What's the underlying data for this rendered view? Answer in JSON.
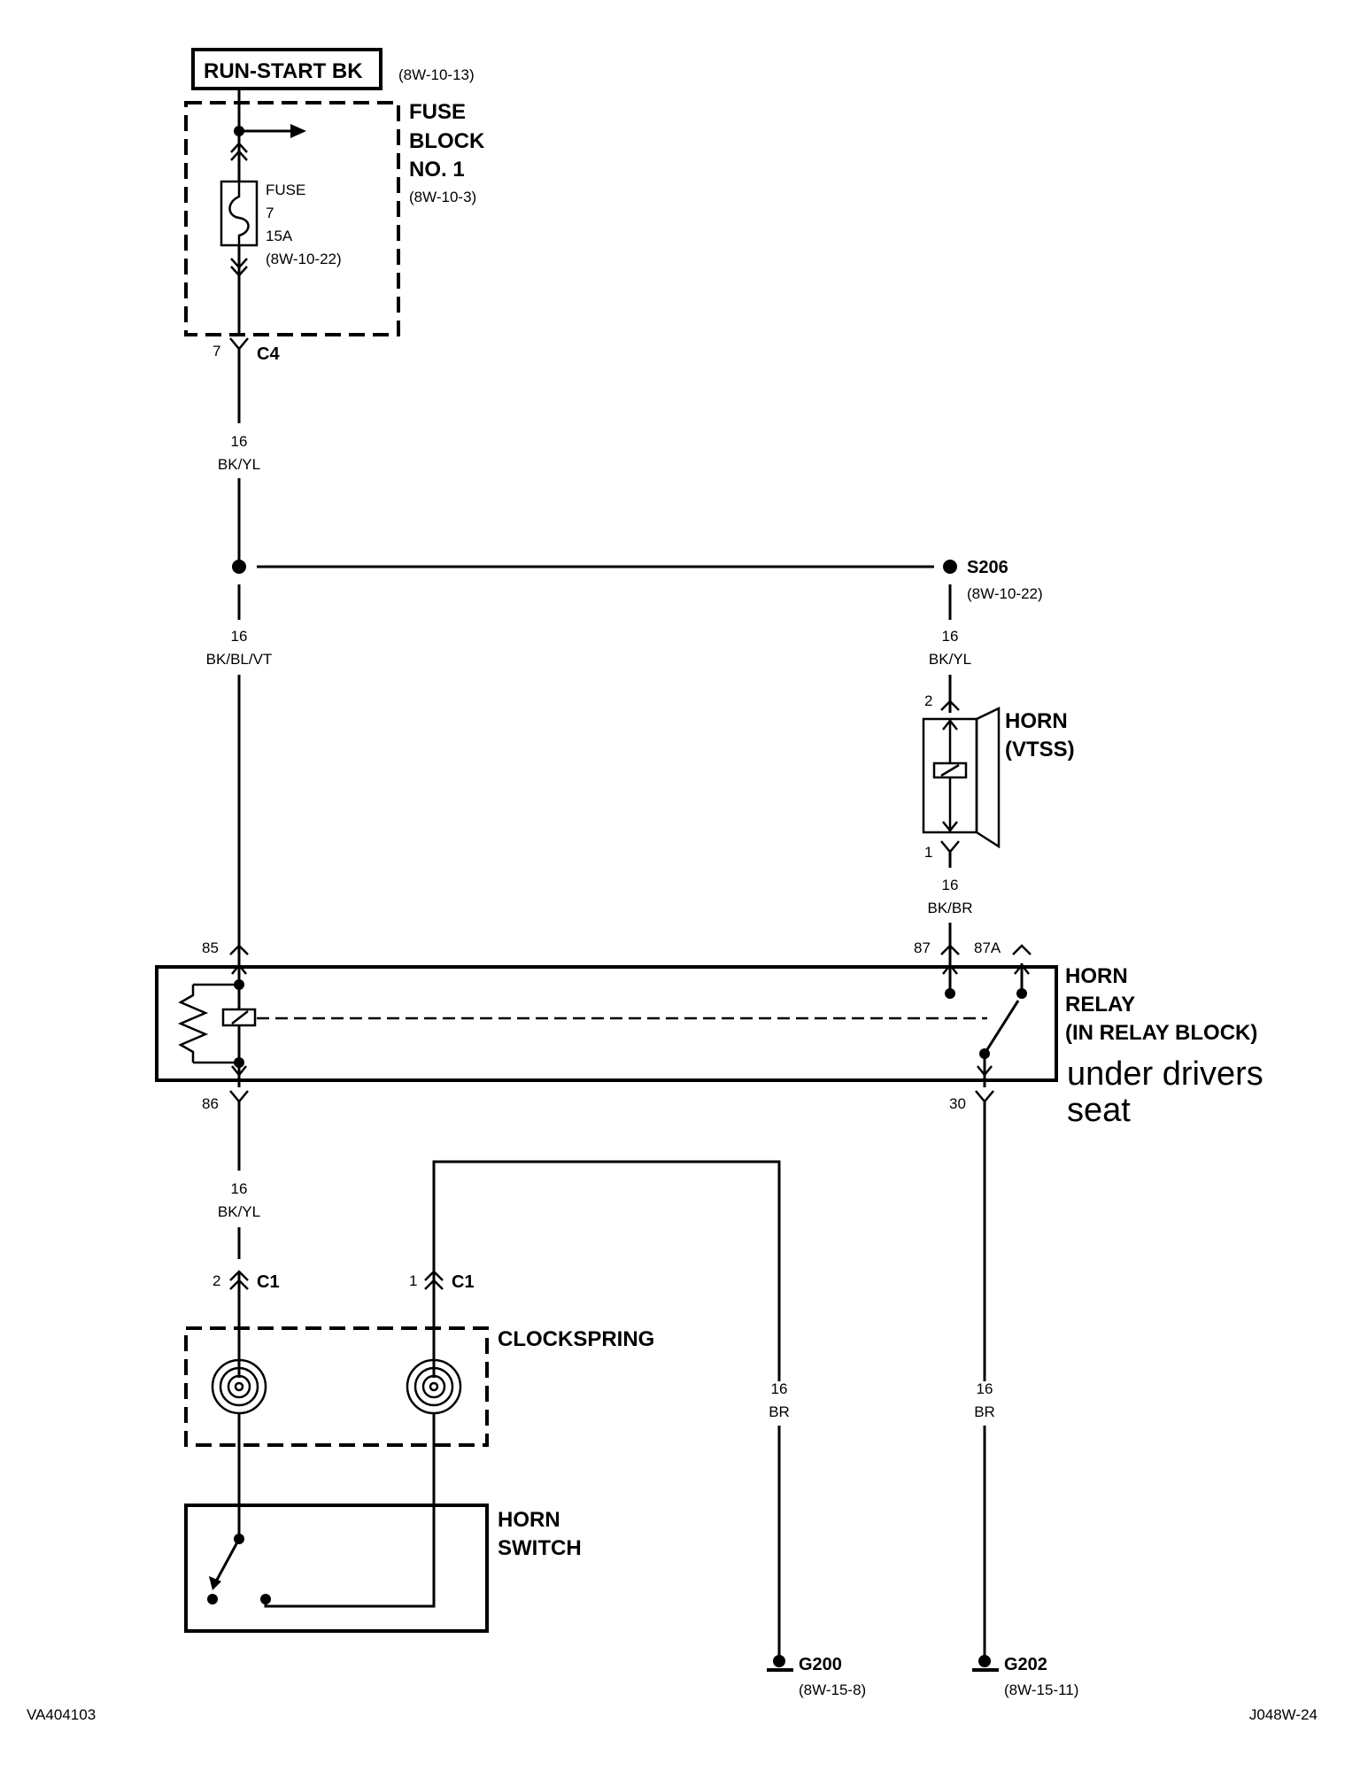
{
  "source": {
    "label": "RUN-START BK",
    "ref": "(8W-10-13)"
  },
  "fuse_block": {
    "name_line1": "FUSE",
    "name_line2": "BLOCK",
    "name_line3": "NO. 1",
    "ref": "(8W-10-3)",
    "fuse_line1": "FUSE",
    "fuse_line2": "7",
    "fuse_line3": "15A",
    "fuse_ref": "(8W-10-22)",
    "connector_pin": "7",
    "connector_name": "C4"
  },
  "wire_fuse_to_splice": {
    "gauge": "16",
    "color": "BK/YL"
  },
  "wire_splice_to_relay85": {
    "gauge": "16",
    "color": "BK/BL/VT"
  },
  "splice": {
    "name": "S206",
    "ref": "(8W-10-22)"
  },
  "wire_splice_to_horn": {
    "gauge": "16",
    "color": "BK/YL"
  },
  "horn": {
    "name_line1": "HORN",
    "name_line2": "(VTSS)",
    "pin_top": "2",
    "pin_bottom": "1"
  },
  "wire_horn_to_relay87": {
    "gauge": "16",
    "color": "BK/BR"
  },
  "relay": {
    "name_line1": "HORN",
    "name_line2": "RELAY",
    "name_line3": "(IN RELAY BLOCK)",
    "pin_85": "85",
    "pin_86": "86",
    "pin_87": "87",
    "pin_87a": "87A",
    "pin_30": "30"
  },
  "annotation": {
    "line1": "under drivers",
    "line2": "seat"
  },
  "wire_relay86_to_c1": {
    "gauge": "16",
    "color": "BK/YL"
  },
  "c1_left": {
    "pin": "2",
    "name": "C1"
  },
  "c1_right": {
    "pin": "1",
    "name": "C1"
  },
  "clockspring": {
    "name": "CLOCKSPRING"
  },
  "horn_switch": {
    "name_line1": "HORN",
    "name_line2": "SWITCH"
  },
  "wire_to_g200": {
    "gauge": "16",
    "color": "BR"
  },
  "wire_to_g202": {
    "gauge": "16",
    "color": "BR"
  },
  "ground_g200": {
    "name": "G200",
    "ref": "(8W-15-8)"
  },
  "ground_g202": {
    "name": "G202",
    "ref": "(8W-15-11)"
  },
  "footer": {
    "left_code": "VA404103",
    "right_code": "J048W-24"
  }
}
